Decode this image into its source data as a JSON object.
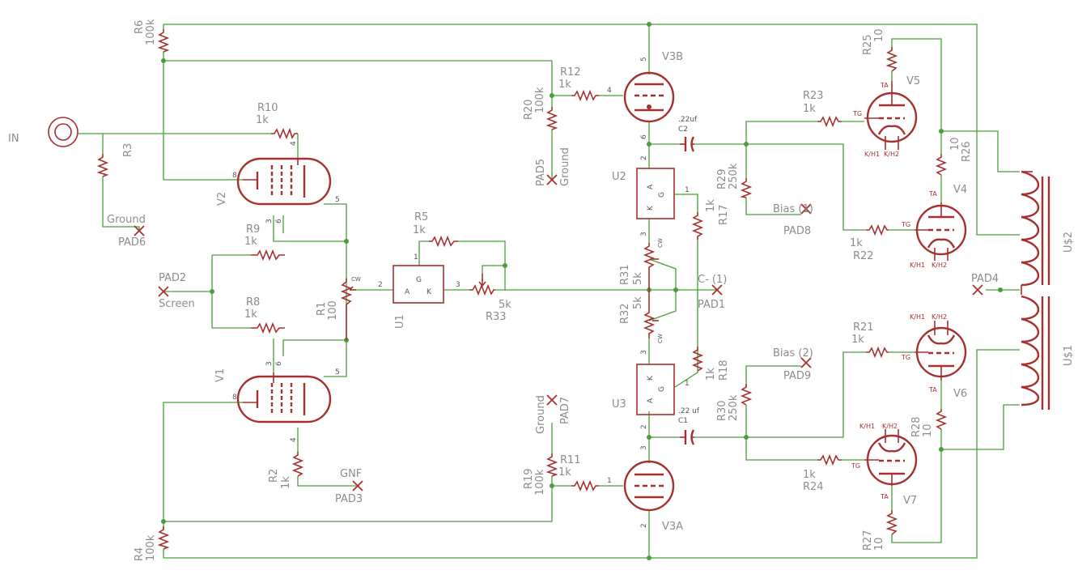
{
  "input": {
    "label": "IN"
  },
  "resistors": {
    "r1": {
      "name": "R1",
      "value": "100"
    },
    "r2": {
      "name": "R2",
      "value": "1k"
    },
    "r3": {
      "name": "R3"
    },
    "r4": {
      "name": "R4",
      "value": "100k"
    },
    "r5": {
      "name": "R5",
      "value": "1k"
    },
    "r6": {
      "name": "R6",
      "value": "100k"
    },
    "r8": {
      "name": "R8",
      "value": "1k"
    },
    "r9": {
      "name": "R9",
      "value": "1k"
    },
    "r10": {
      "name": "R10",
      "value": "1k"
    },
    "r11": {
      "name": "R11",
      "value": "1k"
    },
    "r12": {
      "name": "R12",
      "value": "1k"
    },
    "r17": {
      "name": "R17",
      "value": "1k"
    },
    "r18": {
      "name": "R18",
      "value": "1k"
    },
    "r19": {
      "name": "R19",
      "value": "100k"
    },
    "r20": {
      "name": "R20",
      "value": "100k"
    },
    "r21": {
      "name": "R21",
      "value": "1k"
    },
    "r22": {
      "name": "R22",
      "value": "1k"
    },
    "r23": {
      "name": "R23",
      "value": "1k"
    },
    "r24": {
      "name": "R24",
      "value": "1k"
    },
    "r25": {
      "name": "R25",
      "value": "10"
    },
    "r26": {
      "name": "R26",
      "value": "10"
    },
    "r27": {
      "name": "R27",
      "value": "10"
    },
    "r28": {
      "name": "R28",
      "value": "10"
    },
    "r29": {
      "name": "R29",
      "value": "250k"
    },
    "r30": {
      "name": "R30",
      "value": "250k"
    },
    "r31": {
      "name": "R31",
      "value": "5k"
    },
    "r32": {
      "name": "R32",
      "value": "5k"
    },
    "r33": {
      "name": "R33",
      "value": "5k"
    }
  },
  "capacitors": {
    "c1": {
      "name": "C1",
      "value": ".22 uf"
    },
    "c2": {
      "name": "C2",
      "value": ".22uf"
    }
  },
  "tubes": {
    "v1": "V1",
    "v2": "V2",
    "v3a": "V3A",
    "v3b": "V3B",
    "v4": "V4",
    "v5": "V5",
    "v6": "V6",
    "v7": "V7"
  },
  "chips": {
    "u1": "U1",
    "u2": "U2",
    "u3": "U3"
  },
  "transformers": {
    "us1": "U$1",
    "us2": "U$2"
  },
  "pads": {
    "pad1": {
      "name": "PAD1",
      "label": "C- (1)"
    },
    "pad2": {
      "name": "PAD2",
      "label": "Screen"
    },
    "pad3": {
      "name": "PAD3",
      "label": "GNF"
    },
    "pad4": {
      "name": "PAD4"
    },
    "pad5": {
      "name": "PAD5",
      "label": "Ground"
    },
    "pad6": {
      "name": "PAD6",
      "label": "Ground"
    },
    "pad7": {
      "name": "PAD7",
      "label": "Ground"
    },
    "pad8": {
      "name": "PAD8",
      "label": "Bias (1)"
    },
    "pad9": {
      "name": "PAD9",
      "label": "Bias (2)"
    }
  },
  "pins": {
    "a": "A",
    "g": "G",
    "k": "K",
    "cw": "CW",
    "ta": "TA",
    "tg": "TG",
    "kh1": "K/H1",
    "kh2": "K/H2",
    "n1": "1",
    "n2": "2",
    "n3": "3",
    "n4": "4",
    "n5": "5",
    "n6": "6",
    "n8": "8"
  }
}
